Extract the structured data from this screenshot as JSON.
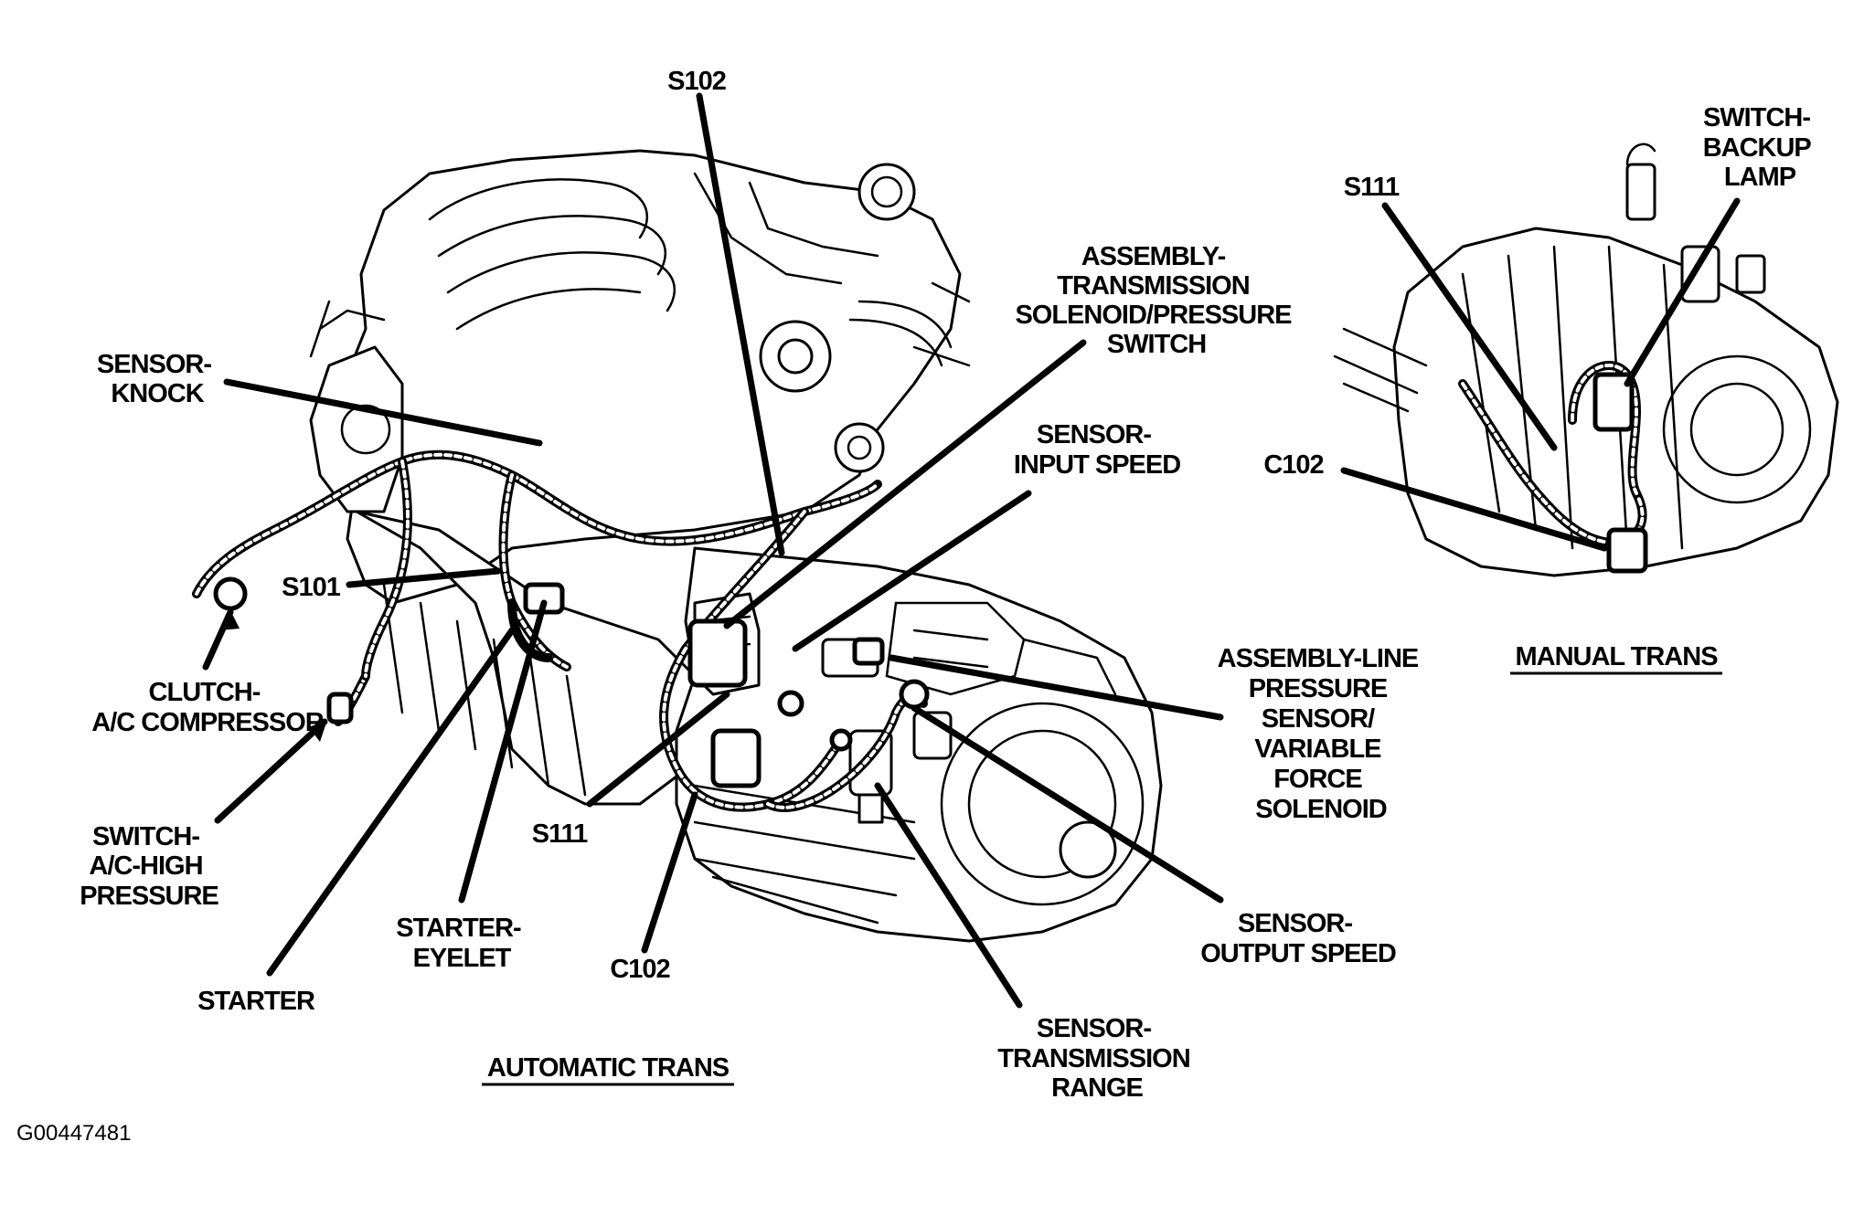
{
  "labels": {
    "s102": "S102",
    "assembly_solenoid": [
      "ASSEMBLY-",
      "TRANSMISSION",
      "SOLENOID/PRESSURE",
      "SWITCH"
    ],
    "sensor_knock": [
      "SENSOR-",
      "KNOCK"
    ],
    "sensor_input_speed": [
      "SENSOR-",
      "INPUT SPEED"
    ],
    "s101": "S101",
    "clutch_ac": [
      "CLUTCH-",
      "A/C COMPRESSOR"
    ],
    "switch_ac_high": [
      "SWITCH-",
      "A/C-HIGH",
      "PRESSURE"
    ],
    "starter": "STARTER",
    "starter_eyelet": [
      "STARTER-",
      "EYELET"
    ],
    "s111_auto": "S111",
    "c102_auto": "C102",
    "assembly_line": [
      "ASSEMBLY-LINE",
      "PRESSURE",
      "SENSOR/",
      "VARIABLE",
      "FORCE",
      "SOLENOID"
    ],
    "sensor_output_speed": [
      "SENSOR-",
      "OUTPUT SPEED"
    ],
    "sensor_trans_range": [
      "SENSOR-",
      "TRANSMISSION",
      "RANGE"
    ],
    "s111_manual": "S111",
    "switch_backup": [
      "SWITCH-",
      "BACKUP",
      "LAMP"
    ],
    "c102_manual": "C102"
  },
  "captions": {
    "automatic": "AUTOMATIC TRANS",
    "manual": "MANUAL TRANS"
  },
  "figure_id": "G00447481"
}
